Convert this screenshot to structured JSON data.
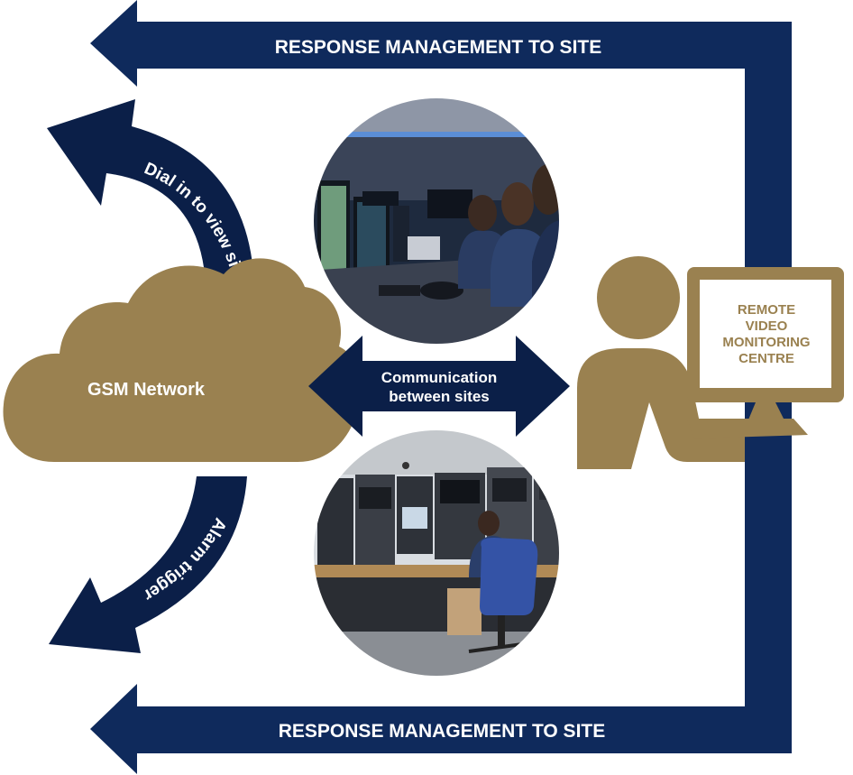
{
  "colors": {
    "navy": "#0f2a5c",
    "navy_dark": "#0b1f48",
    "gold": "#9a8150",
    "white": "#ffffff"
  },
  "labels": {
    "response_top": "RESPONSE MANAGEMENT TO SITE",
    "response_bottom": "RESPONSE MANAGEMENT TO SITE",
    "dial_in": "Dial in to view site",
    "alarm_trigger": "Alarm trigger",
    "gsm_network": "GSM Network",
    "communication_line1": "Communication",
    "communication_line2": "between sites",
    "monitor_line1": "REMOTE",
    "monitor_line2": "VIDEO",
    "monitor_line3": "MONITORING",
    "monitor_line4": "CENTRE"
  },
  "icons": {
    "cloud": "cloud-icon",
    "operator": "person-at-computer-icon",
    "top_photo": "control-room-operators-photo",
    "bottom_photo": "control-room-guard-photo"
  }
}
